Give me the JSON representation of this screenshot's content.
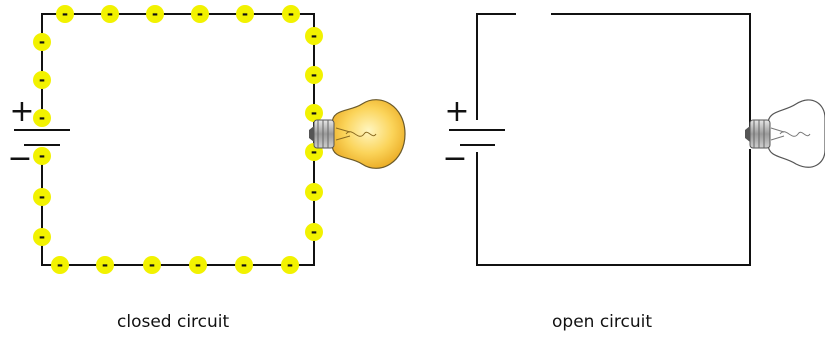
{
  "diagrams": [
    {
      "caption": "closed circuit",
      "battery": {
        "plus": "+",
        "minus": "−"
      },
      "electron_symbol": "-",
      "electron_color": "#f2f200",
      "bulb_state": "lit",
      "bulb_glow_color": "#f7c83a"
    },
    {
      "caption": "open circuit",
      "battery": {
        "plus": "+",
        "minus": "−"
      },
      "bulb_state": "off",
      "switch_state": "open"
    }
  ]
}
